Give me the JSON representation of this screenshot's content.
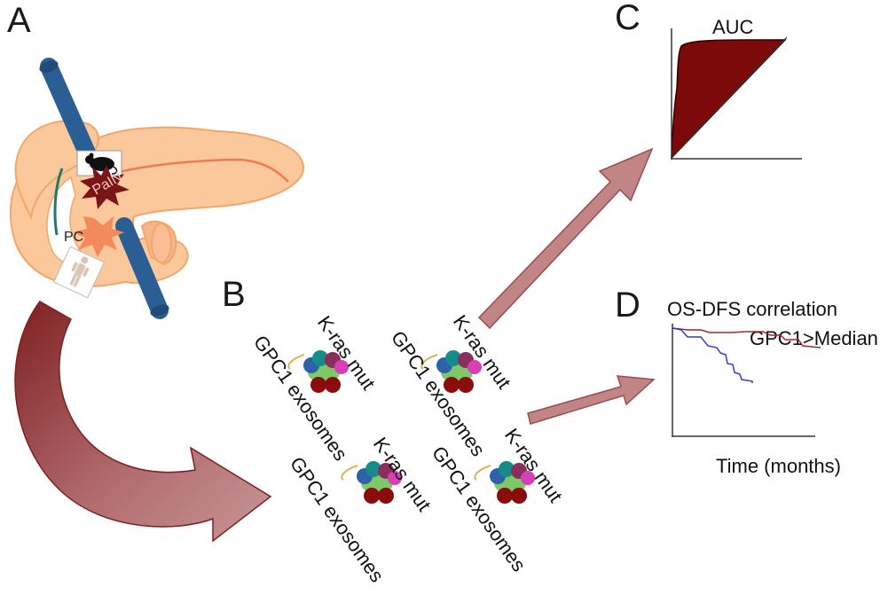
{
  "panels": {
    "a": {
      "letter": "A",
      "label_panin": "PaIN",
      "label_pc": "PC"
    },
    "b": {
      "letter": "B"
    },
    "c": {
      "letter": "C",
      "auc_label": "AUC"
    },
    "d": {
      "letter": "D",
      "title": "OS-DFS correlation",
      "series_label": "GPC1>Median",
      "xlabel": "Time (months)"
    }
  },
  "exosome_labels": {
    "kras": "K-ras mut",
    "gpc1": "GPC1 exosomes"
  },
  "colors": {
    "pancreas": "#fbc89b",
    "pancreas_edge": "#f2a66a",
    "vessel": "#2b5f93",
    "panin": "#7a1416",
    "pc": "#f48a5c",
    "arrow_dark": "#8b2a2e",
    "arrow_light": "#c18585",
    "auc_fill": "#7d0a0a",
    "line_red": "#a0282c",
    "line_blue": "#2b3fd6"
  }
}
